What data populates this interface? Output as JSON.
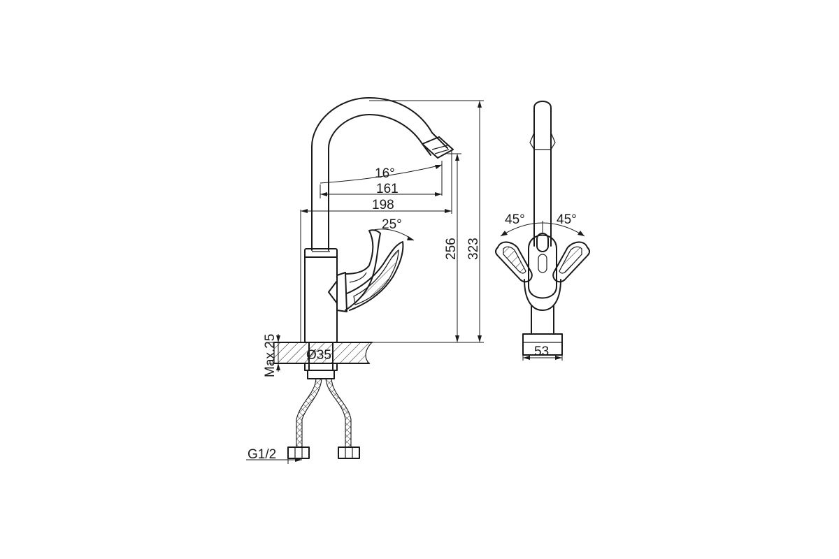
{
  "dimensions": {
    "swivel_angle": "16°",
    "reach_spout": "161",
    "reach_total": "198",
    "lever_angle": "25°",
    "height_outlet": "256",
    "height_total": "323",
    "max_thickness": "Max.25",
    "diameter": "Ø35",
    "connection": "G1/2",
    "side_left_angle": "45°",
    "side_right_angle": "45°",
    "base_width": "53"
  }
}
